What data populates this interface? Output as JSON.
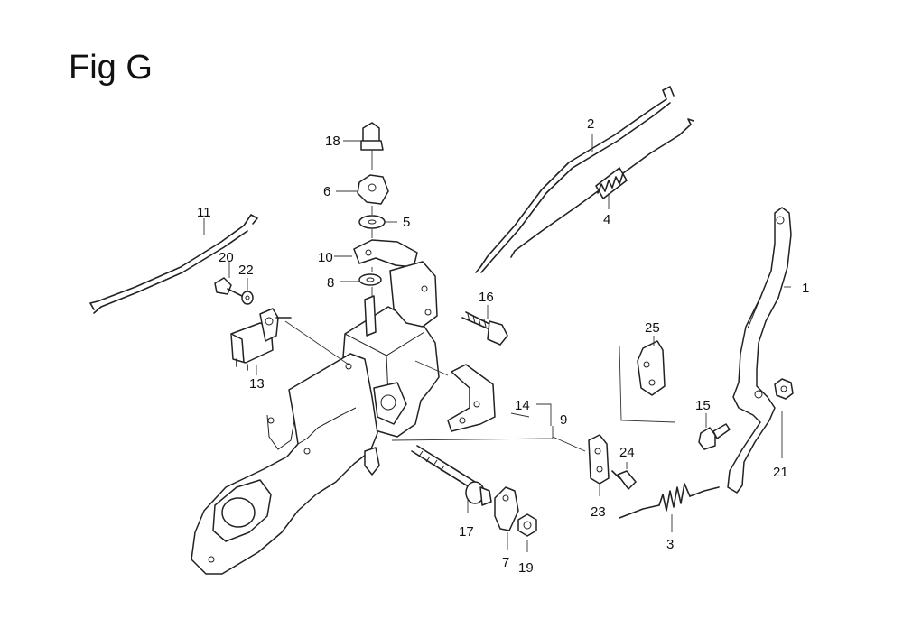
{
  "figure": {
    "title": "Fig G"
  },
  "callouts": {
    "c1": "1",
    "c2": "2",
    "c3": "3",
    "c4": "4",
    "c5": "5",
    "c6": "6",
    "c7": "7",
    "c8": "8",
    "c9": "9",
    "c10": "10",
    "c11": "11",
    "c13": "13",
    "c14": "14",
    "c15": "15",
    "c16": "16",
    "c17": "17",
    "c18": "18",
    "c19": "19",
    "c20": "20",
    "c21": "21",
    "c22": "22",
    "c23": "23",
    "c24": "24",
    "c25": "25"
  }
}
